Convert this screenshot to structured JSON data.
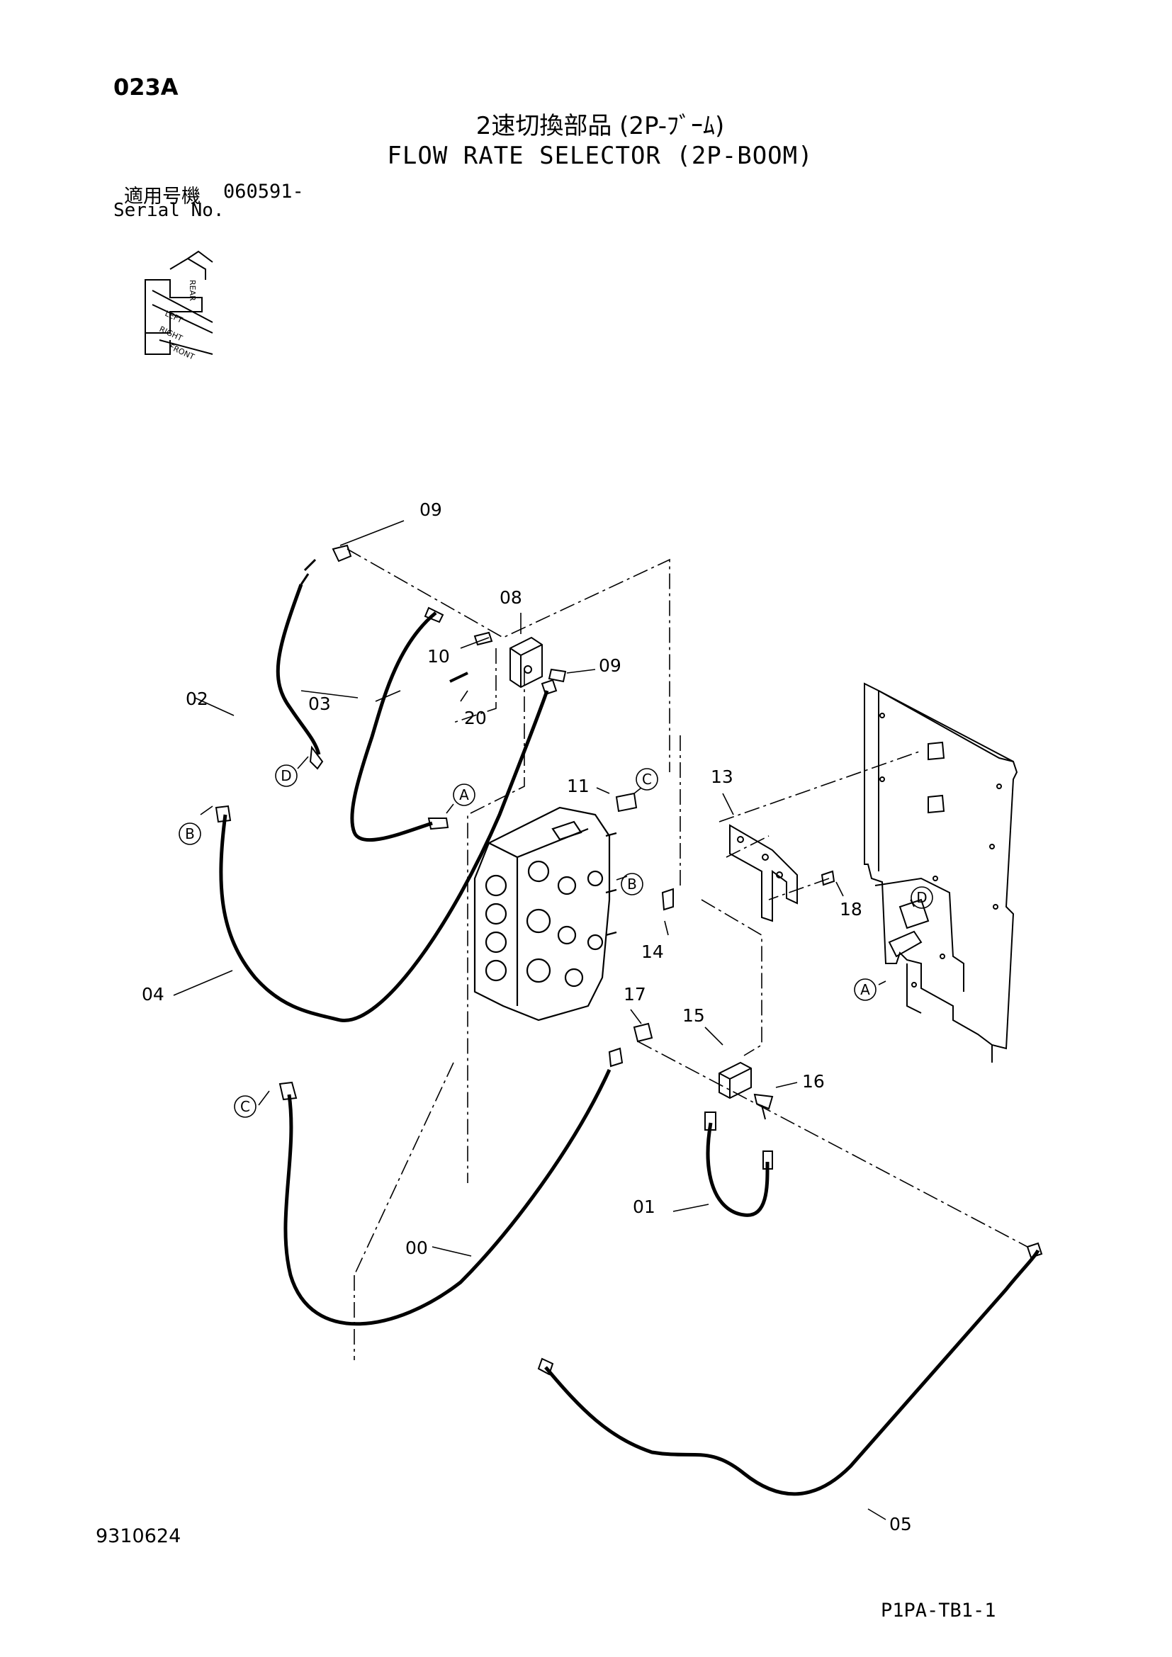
{
  "header": {
    "page_code": "023A",
    "title_jp": "2速切換部品 (2P-ﾌﾞｰﾑ)",
    "title_en": "FLOW RATE SELECTOR (2P-BOOM)",
    "serial_label_jp": "適用号機",
    "serial_number": "060591-",
    "serial_label_en": "Serial No."
  },
  "orientation_icon": {
    "labels": [
      "LEFT",
      "RIGHT",
      "FRONT",
      "REAR"
    ]
  },
  "part_callouts": {
    "p00": "00",
    "p01": "01",
    "p02": "02",
    "p03": "03",
    "p04": "04",
    "p05": "05",
    "p08": "08",
    "p09a": "09",
    "p09b": "09",
    "p10": "10",
    "p11": "11",
    "p13": "13",
    "p14": "14",
    "p15": "15",
    "p16": "16",
    "p17": "17",
    "p18": "18",
    "p20": "20"
  },
  "connection_markers": {
    "a1": "A",
    "a2": "A",
    "b1": "B",
    "b2": "B",
    "c1": "C",
    "c2": "C",
    "d1": "D",
    "d2": "D"
  },
  "footer": {
    "doc_number": "9310624",
    "page_ref": "P1PA-TB1-1"
  },
  "colors": {
    "line": "#000000",
    "background": "#ffffff"
  }
}
